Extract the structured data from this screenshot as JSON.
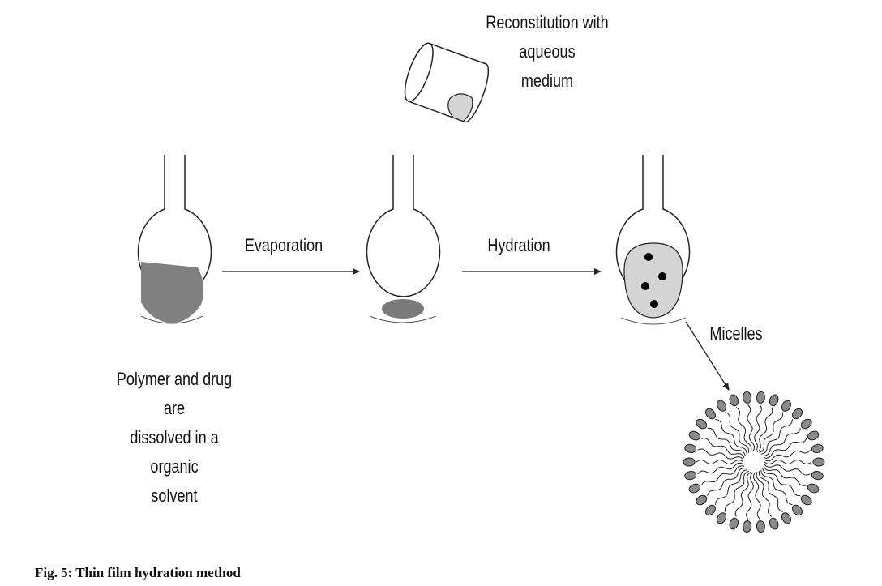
{
  "labels": {
    "reconstitution": "Reconstitution with aqueous\nmedium",
    "evaporation": "Evaporation",
    "hydration": "Hydration",
    "micelles": "Micelles",
    "start_note": "Polymer and drug are\ndissolved in a organic\nsolvent"
  },
  "caption": "Fig. 5: Thin film hydration method",
  "colors": {
    "outline": "#222222",
    "solution": "#808080",
    "film": "#7a7a7a",
    "aqueous": "#d4d4d4",
    "drug": "#000000",
    "micelle_head": "#8a8a8a"
  }
}
